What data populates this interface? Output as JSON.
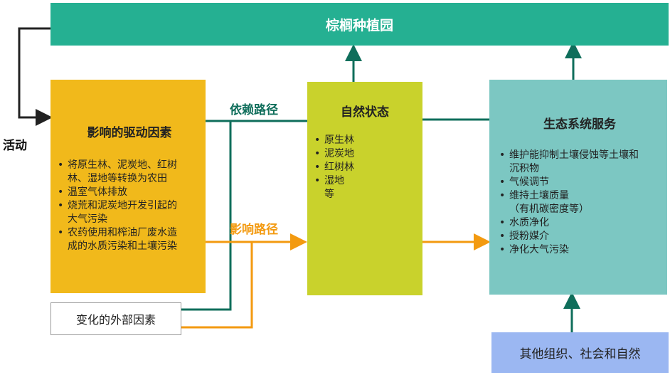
{
  "top_banner": {
    "label": "棕榈种植园"
  },
  "activity_label": "活动",
  "dependency_path_label": "依赖路径",
  "influence_path_label": "影响路径",
  "driver_box": {
    "title": "影响的驱动因素",
    "items": [
      {
        "text": "将原生林、泥炭地、红树",
        "bullet": true
      },
      {
        "text": "林、湿地等转换为农田",
        "bullet": false
      },
      {
        "text": "温室气体排放",
        "bullet": true
      },
      {
        "text": "烧荒和泥炭地开发引起的",
        "bullet": true
      },
      {
        "text": "大气污染",
        "bullet": false
      },
      {
        "text": "农药使用和榨油厂废水造",
        "bullet": true
      },
      {
        "text": "成的水质污染和土壤污染",
        "bullet": false
      }
    ]
  },
  "nature_box": {
    "title": "自然状态",
    "items": [
      {
        "text": "原生林",
        "bullet": true
      },
      {
        "text": "泥炭地",
        "bullet": true
      },
      {
        "text": "红树林",
        "bullet": true
      },
      {
        "text": "湿地",
        "bullet": true
      },
      {
        "text": "等",
        "bullet": false
      }
    ]
  },
  "service_box": {
    "title": "生态系统服务",
    "items": [
      {
        "text": "维护能抑制土壤侵蚀等土壤和",
        "bullet": true
      },
      {
        "text": "沉积物",
        "bullet": false
      },
      {
        "text": "气候调节",
        "bullet": true
      },
      {
        "text": "维持土壤质量",
        "bullet": true
      },
      {
        "text": "（有机碳密度等）",
        "bullet": false
      },
      {
        "text": "水质净化",
        "bullet": true
      },
      {
        "text": "授粉媒介",
        "bullet": true
      },
      {
        "text": "净化大气污染",
        "bullet": true
      }
    ]
  },
  "external_box": {
    "label": "变化的外部因素"
  },
  "other_box": {
    "label": "其他组织、社会和自然"
  },
  "colors": {
    "banner": "#25b092",
    "driver": "#f1b91b",
    "nature": "#c9d22c",
    "service": "#7cc7c2",
    "other": "#9bb7f2",
    "dependency_line": "#0f6e5b",
    "influence_line": "#f39a10",
    "activity_line": "#222222"
  }
}
